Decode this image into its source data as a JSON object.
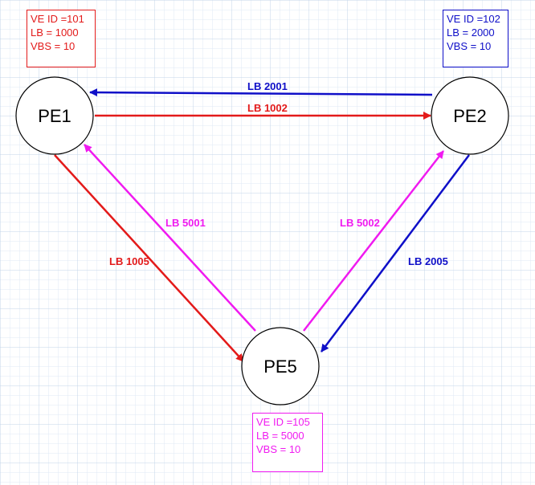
{
  "colors": {
    "red": "#e31a1a",
    "blue": "#0f0fc8",
    "magenta": "#f01af0",
    "grid_minor": "#dfe9f5",
    "grid_major": "#c3d4ea",
    "node_border": "#000000"
  },
  "nodes": {
    "pe1": "PE1",
    "pe2": "PE2",
    "pe5": "PE5"
  },
  "edges": {
    "pe2_to_pe1": "LB 2001",
    "pe1_to_pe2": "LB 1002",
    "pe1_to_pe5": "LB 1005",
    "pe5_to_pe1": "LB 5001",
    "pe5_to_pe2": "LB 5002",
    "pe2_to_pe5": "LB 2005"
  },
  "info": {
    "pe1": {
      "ve_id": "VE ID =101",
      "lb": "LB = 1000",
      "vbs": "VBS = 10"
    },
    "pe2": {
      "ve_id": "VE ID =102",
      "lb": "LB = 2000",
      "vbs": "VBS = 10"
    },
    "pe5": {
      "ve_id": "VE ID =105",
      "lb": "LB = 5000",
      "vbs": "VBS = 10"
    }
  }
}
